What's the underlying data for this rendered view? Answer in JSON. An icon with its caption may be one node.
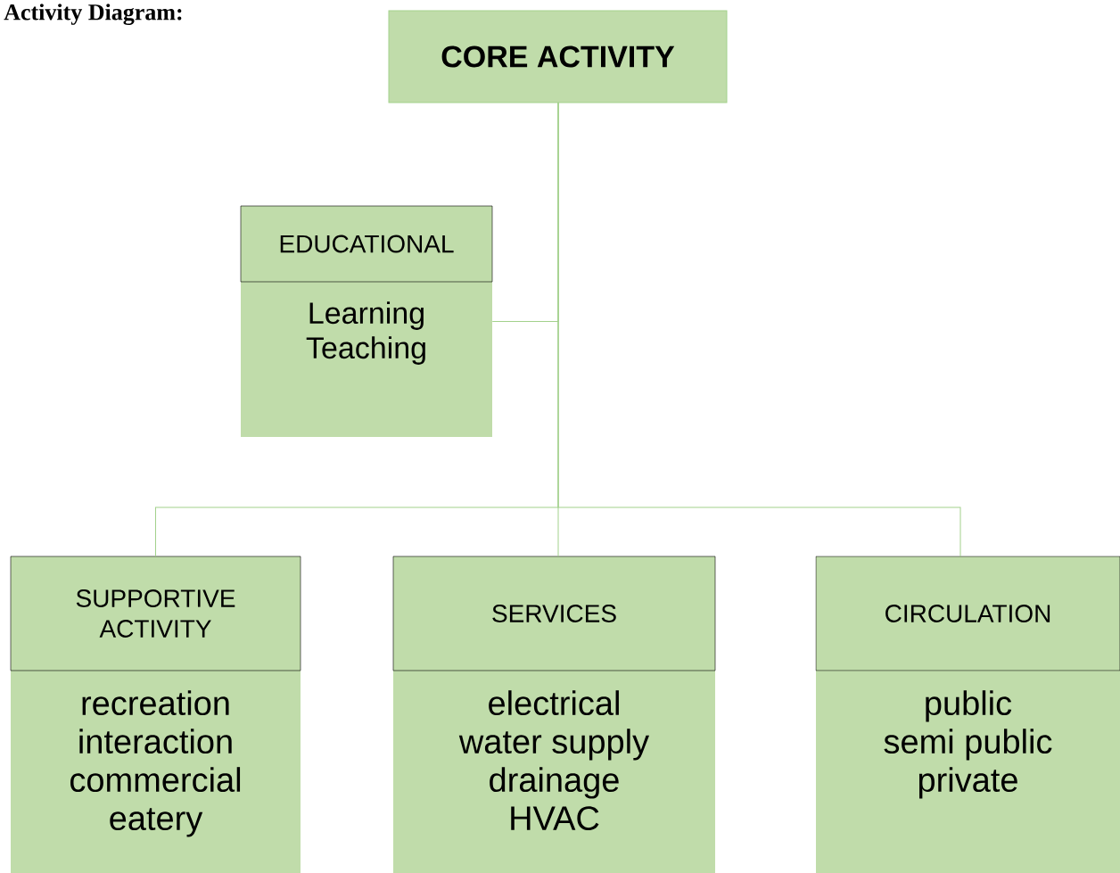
{
  "diagram": {
    "title": "Activity Diagram:",
    "nodes": [
      {
        "text": [
          "CORE ACTIVITY"
        ]
      },
      {
        "text": [
          "EDUCATIONAL",
          "Learning",
          "Teaching"
        ]
      },
      {
        "text": [
          "SUPPORTIVE ACTIVITY",
          "recreation",
          "interaction",
          "commercial",
          "eatery"
        ]
      },
      {
        "text": [
          "SERVICES",
          "electrical",
          "water supply",
          "drainage",
          "HVAC"
        ]
      },
      {
        "text": [
          "CIRCULATION",
          "public",
          "semi public",
          "private"
        ]
      }
    ],
    "edges": [
      {
        "from": 0,
        "to": 1,
        "arrow": "none"
      },
      {
        "from": 0,
        "to": 2,
        "arrow": "none"
      },
      {
        "from": 0,
        "to": 3,
        "arrow": "none"
      },
      {
        "from": 0,
        "to": 4,
        "arrow": "none"
      }
    ]
  }
}
